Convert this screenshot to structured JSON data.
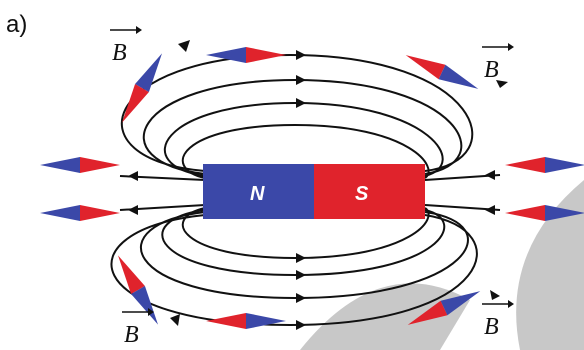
{
  "figure": {
    "panel_label": "a)",
    "magnet": {
      "north_label": "N",
      "south_label": "S",
      "north_color": "#3b48a8",
      "south_color": "#e0232c"
    },
    "field_label": "B",
    "field_label_arrow": "→",
    "line_color": "#111111",
    "watermark_color": "#c8c8c8"
  }
}
